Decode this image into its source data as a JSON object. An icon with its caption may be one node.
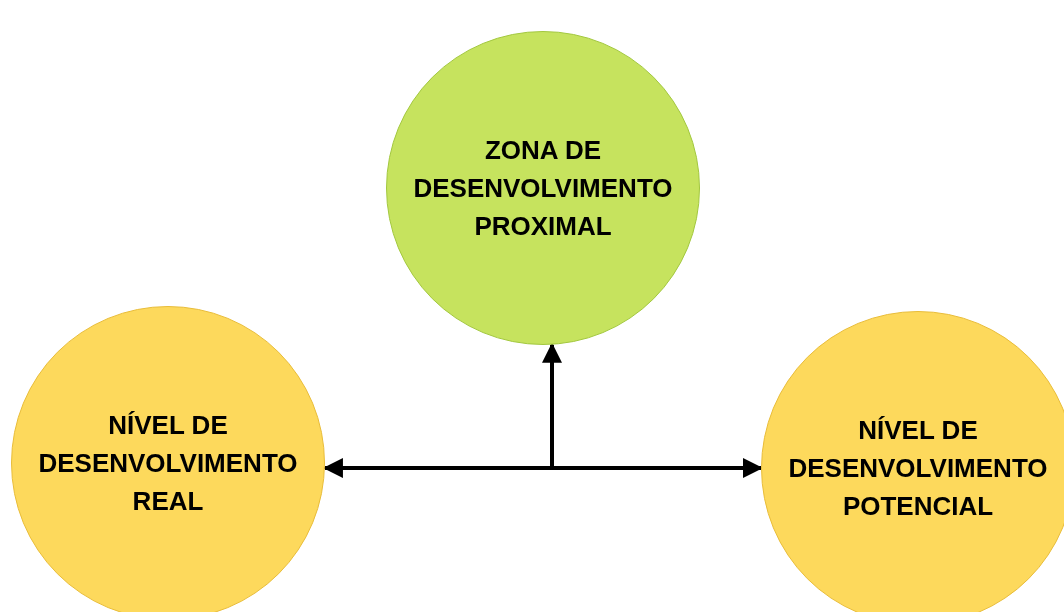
{
  "diagram": {
    "nodes": [
      {
        "text": [
          "ZONA DE DESENVOLVIMENTO PROXIMAL"
        ]
      },
      {
        "text": [
          "NÍVEL DE DESENVOLVIMENTO REAL"
        ]
      },
      {
        "text": [
          "NÍVEL DE DESENVOLVIMENTO POTENCIAL"
        ]
      }
    ],
    "edges": [
      {
        "from": 1,
        "to": 2,
        "arrow": "both"
      },
      {
        "from": null,
        "to": 0,
        "arrow": "to"
      }
    ]
  }
}
